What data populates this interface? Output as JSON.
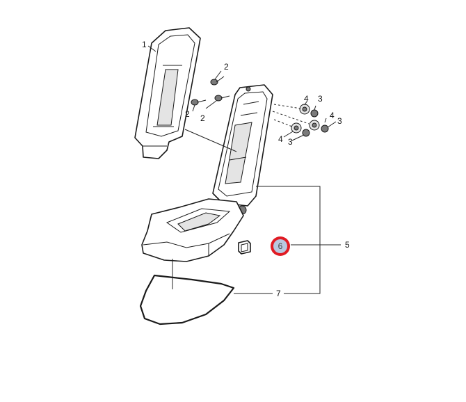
{
  "diagram": {
    "callouts": {
      "c1": "1",
      "c2a": "2",
      "c2b": "2",
      "c2c": "2",
      "c3a": "3",
      "c3b": "3",
      "c3c": "3",
      "c4a": "4",
      "c4b": "4",
      "c4c": "4",
      "c5": "5",
      "c6": "6",
      "c7": "7"
    },
    "highlight": {
      "part": "6",
      "ring_color": "#e01b24",
      "fill_color": "#b9c8e0"
    }
  }
}
